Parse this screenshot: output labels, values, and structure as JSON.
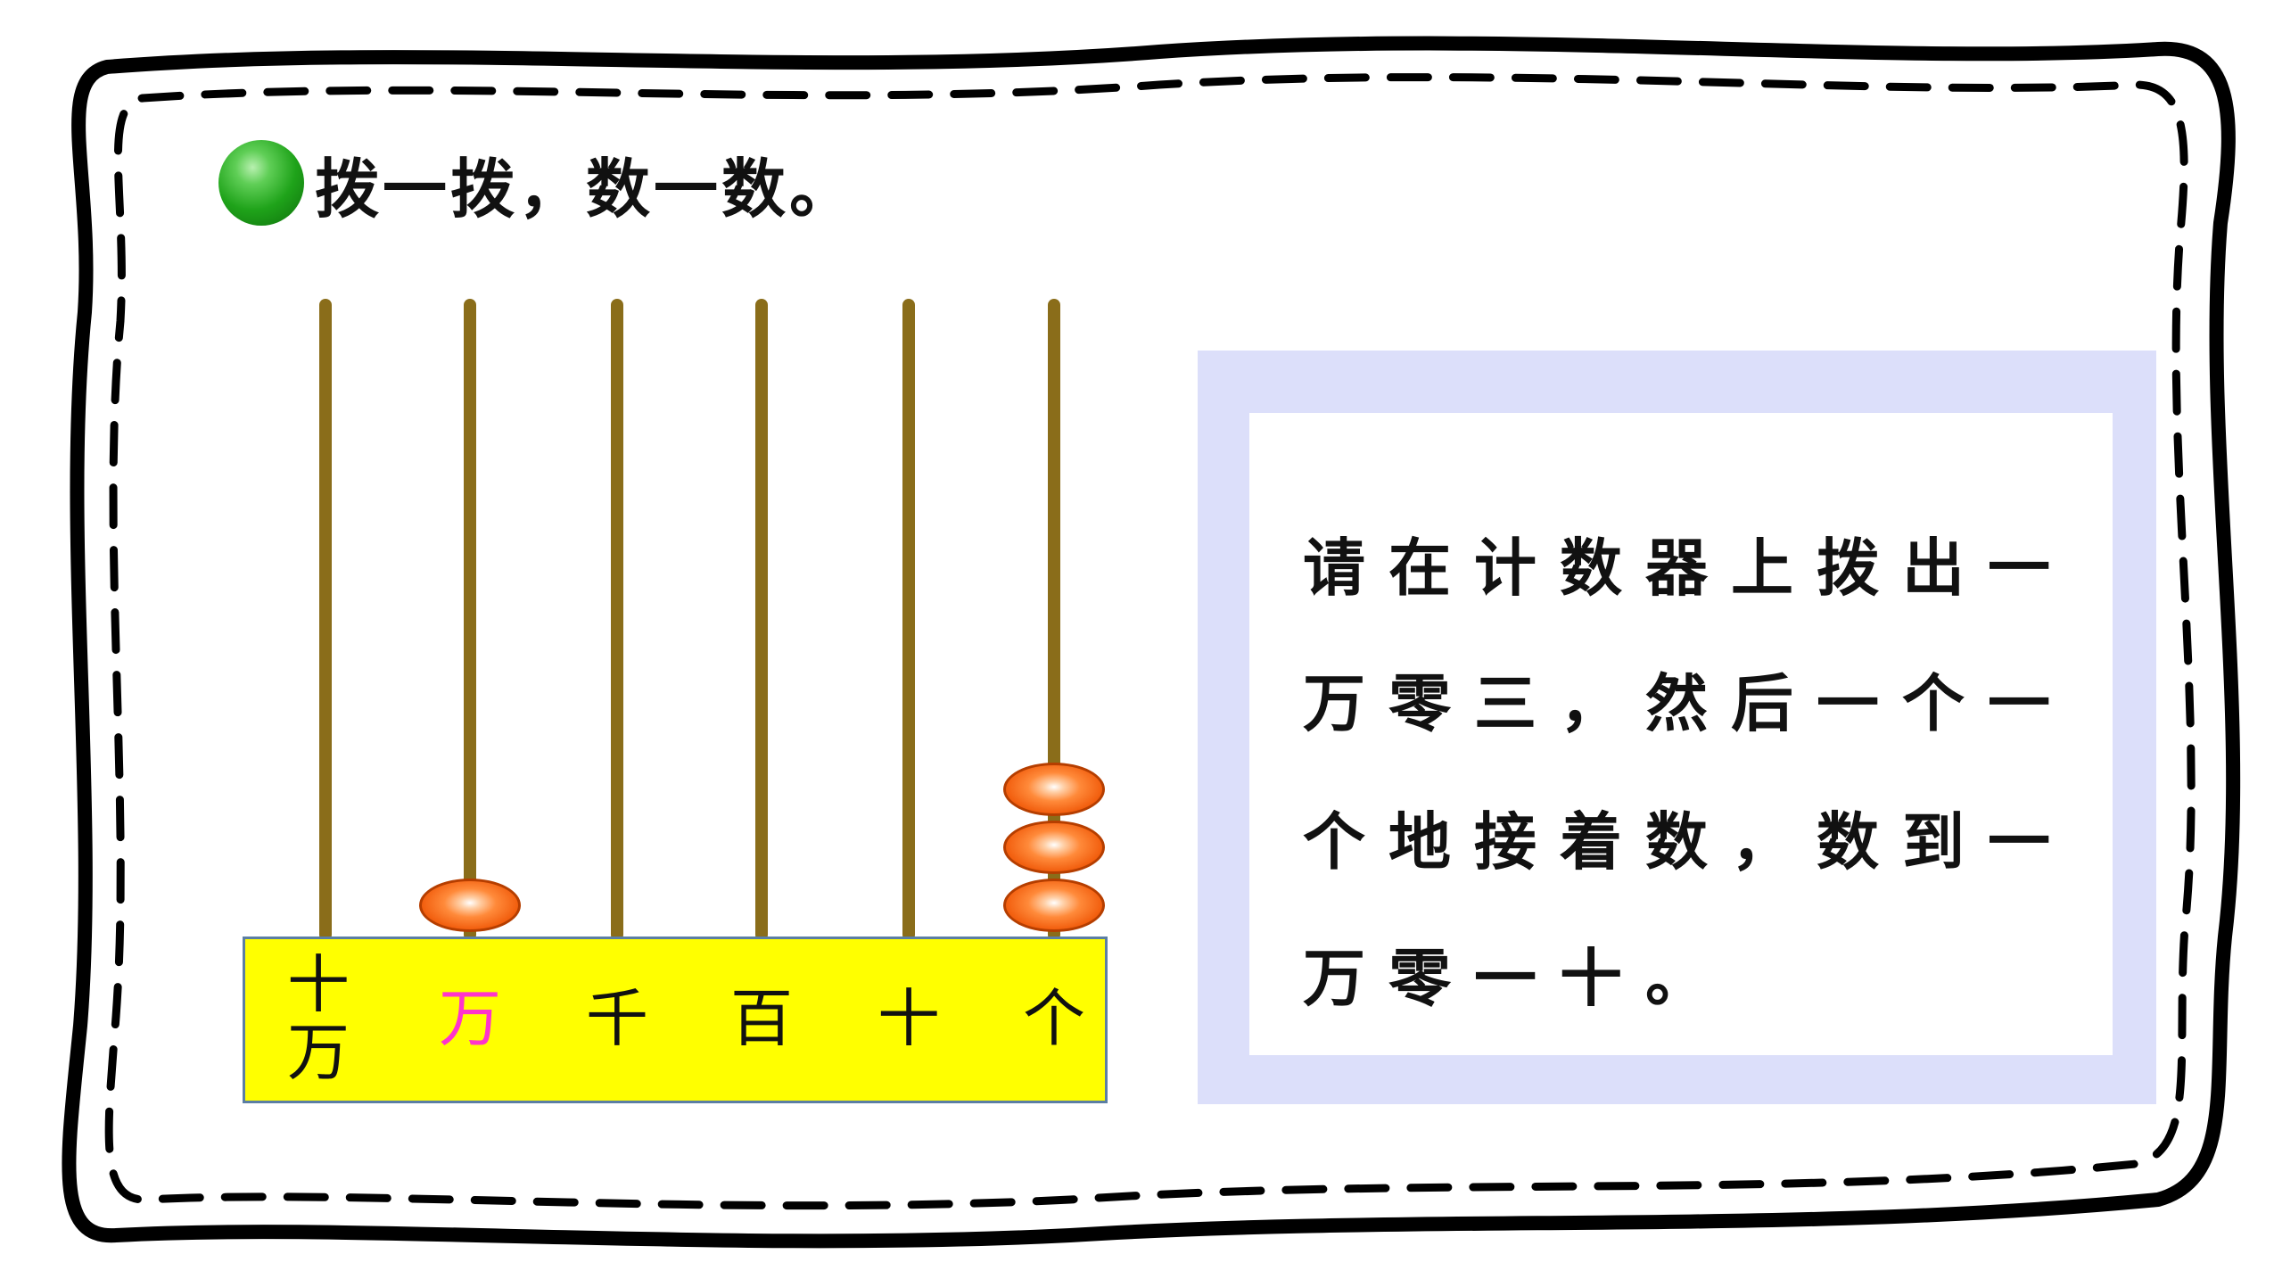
{
  "title": {
    "bullet_icon": "green-ball-icon",
    "text": "拨一拨，数一数。"
  },
  "abacus": {
    "places": [
      {
        "label": "十万",
        "beads": 0
      },
      {
        "label": "万",
        "beads": 1,
        "highlight": "#ff33cc"
      },
      {
        "label": "千",
        "beads": 0
      },
      {
        "label": "百",
        "beads": 0
      },
      {
        "label": "十",
        "beads": 0
      },
      {
        "label": "个",
        "beads": 3
      }
    ]
  },
  "instruction": {
    "lines": [
      "请在计数器上拨出一",
      "万零三，然后一个一",
      "个地接着数，数到一",
      "万零一十。"
    ]
  },
  "colors": {
    "rod": "#8a6d1a",
    "bead": "#f25f0f",
    "base": "#ffff00",
    "panel": "#dcdffa"
  }
}
